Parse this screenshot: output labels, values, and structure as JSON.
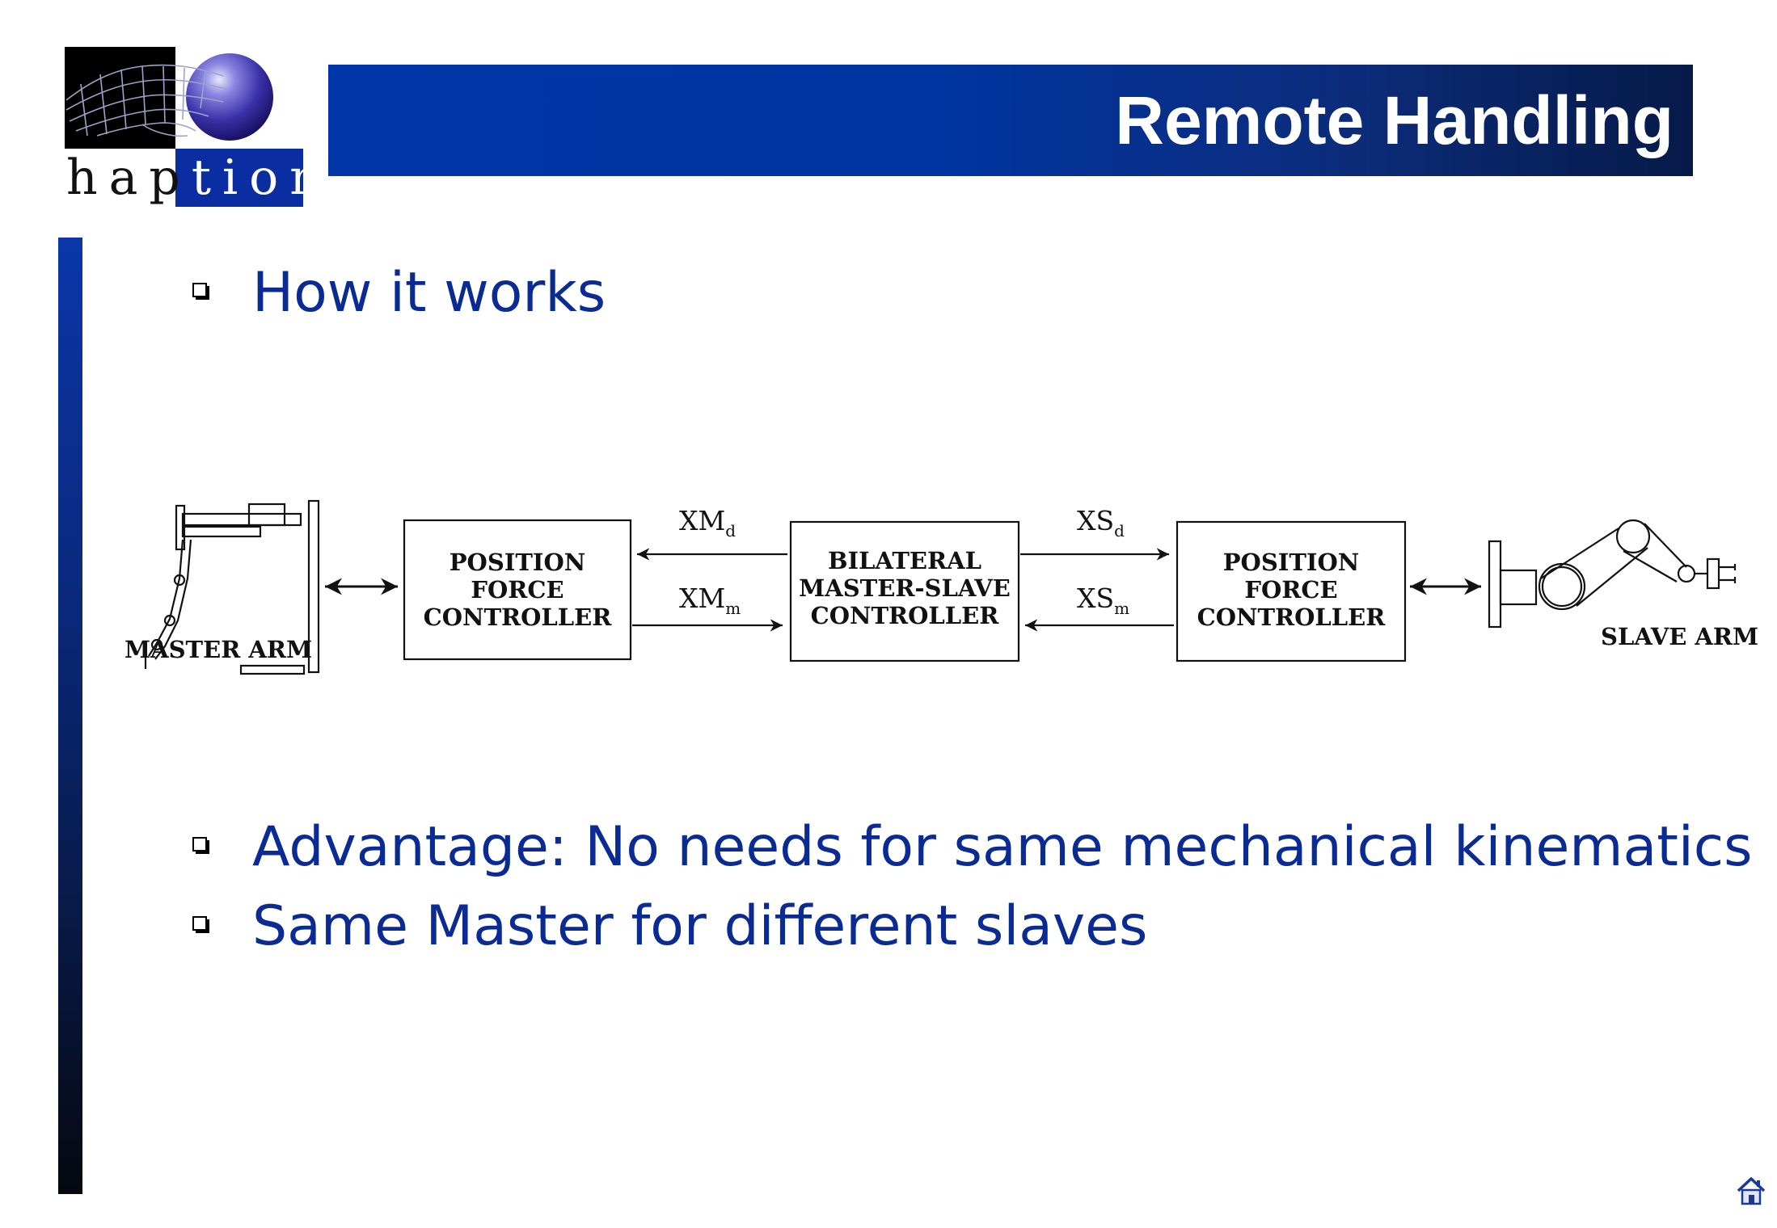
{
  "header": {
    "logo_text": "haption",
    "logo_dark_part": "hap",
    "logo_light_part": "tion",
    "title": "Remote Handling"
  },
  "bullets": [
    {
      "text": "How it works"
    },
    {
      "text": "Advantage: No needs for same mechanical kinematics"
    },
    {
      "text": "Same Master for different slaves"
    }
  ],
  "diagram": {
    "master_label": "MASTER ARM",
    "slave_label": "SLAVE ARM",
    "left_controller": [
      "POSITION",
      "FORCE",
      "CONTROLLER"
    ],
    "center_controller": [
      "BILATERAL",
      "MASTER-SLAVE",
      "CONTROLLER"
    ],
    "right_controller": [
      "POSITION",
      "FORCE",
      "CONTROLLER"
    ],
    "signals": {
      "xm_d": {
        "base": "XM",
        "sub": "d"
      },
      "xm_m": {
        "base": "XM",
        "sub": "m"
      },
      "xs_d": {
        "base": "XS",
        "sub": "d"
      },
      "xs_m": {
        "base": "XS",
        "sub": "m"
      }
    }
  },
  "icons": {
    "logo": "haption-logo-hand-sphere",
    "home": "home-icon",
    "bullet": "checkbox-square"
  },
  "colors": {
    "title_bar": "#0036a8",
    "bullet_text": "#0a2a94",
    "logo_blue": "#0a2ea2"
  }
}
